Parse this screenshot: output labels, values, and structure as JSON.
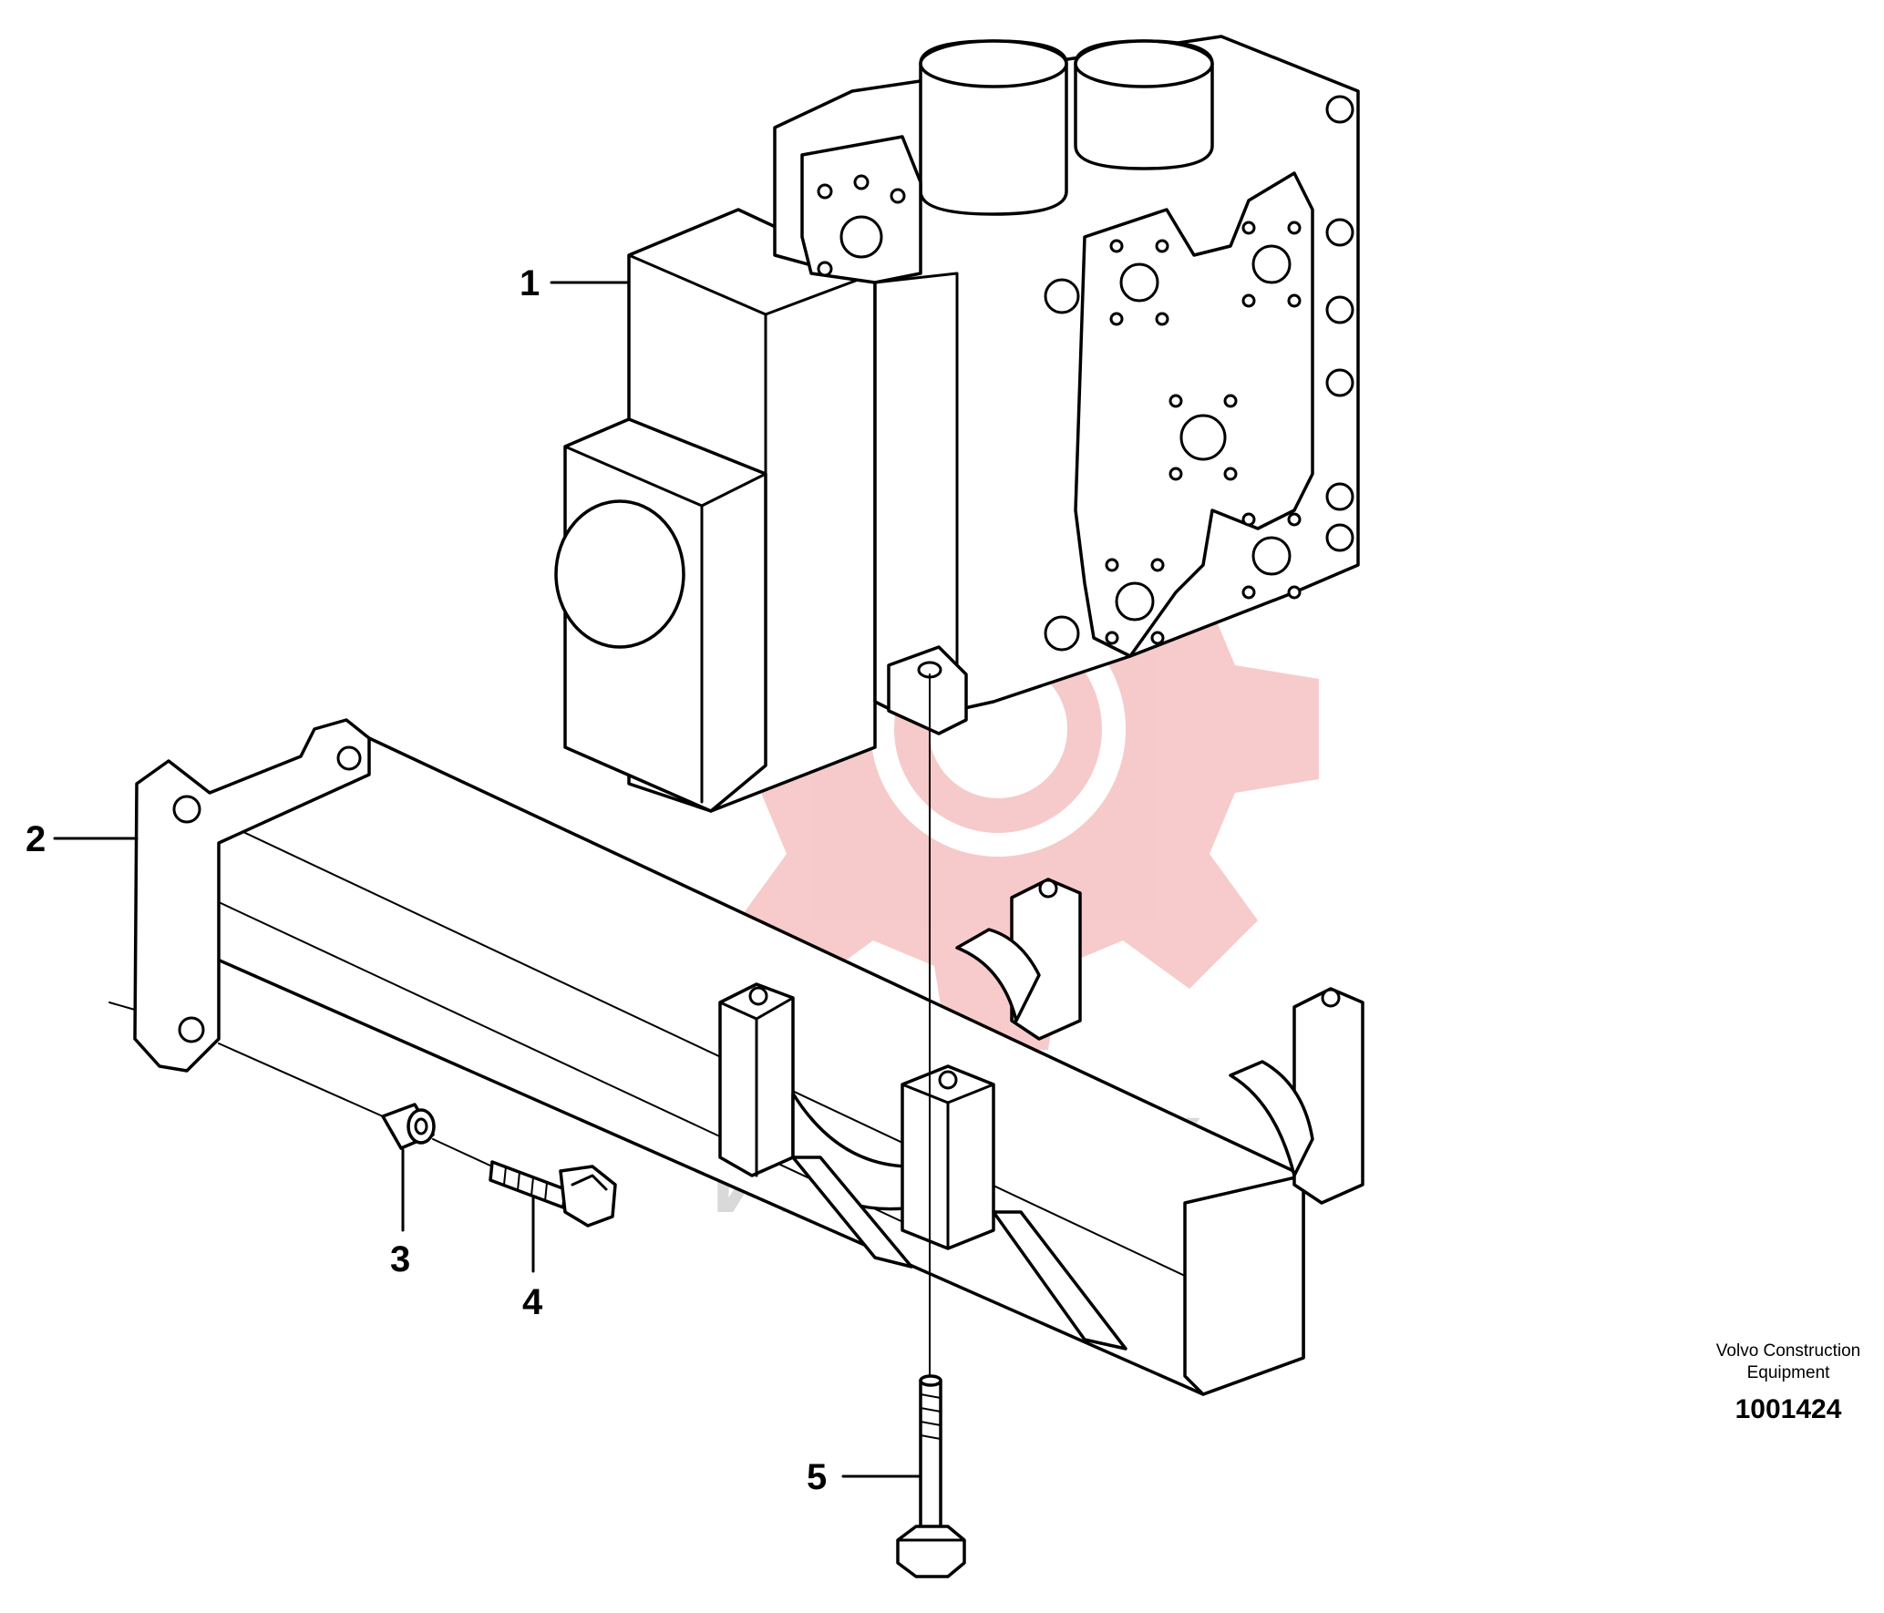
{
  "watermark": {
    "text": "ИНТЕХ",
    "colors": {
      "gear": "#f4b6b6",
      "text": "#d9d9d9"
    },
    "icon": "gear-icon"
  },
  "callouts": [
    {
      "id": "1",
      "label": "1"
    },
    {
      "id": "2",
      "label": "2"
    },
    {
      "id": "3",
      "label": "3"
    },
    {
      "id": "4",
      "label": "4"
    },
    {
      "id": "5",
      "label": "5"
    }
  ],
  "manufacturer": {
    "line1": "Volvo Construction",
    "line2": "Equipment",
    "ref_number": "1001424"
  }
}
